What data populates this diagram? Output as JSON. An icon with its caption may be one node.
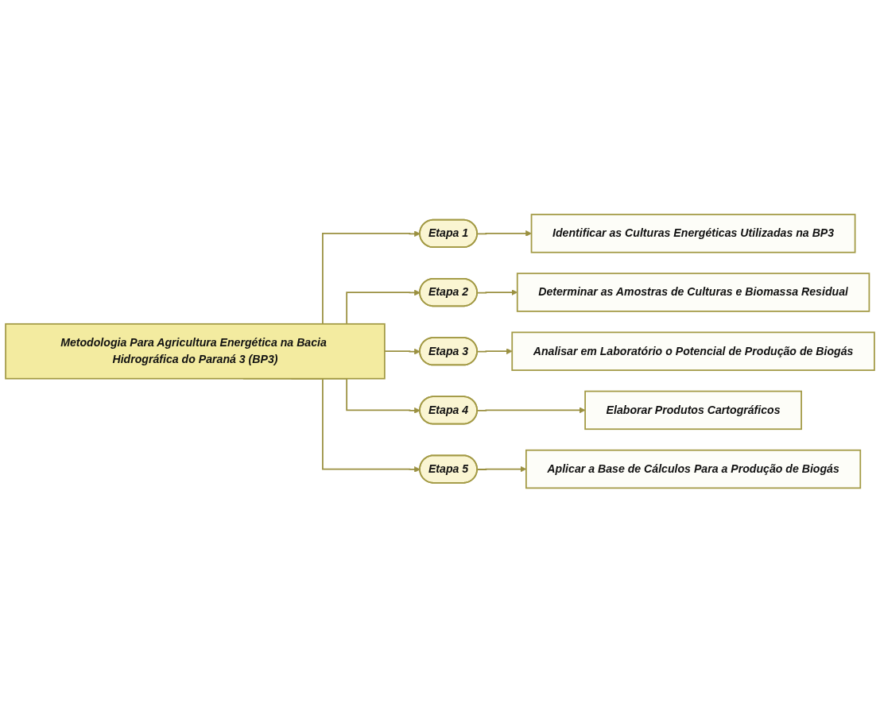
{
  "diagram": {
    "nodes": [
      {
        "text": [
          "Metodologia Para Agricultura Energética na Bacia Hidrográfica do Paraná 3 (BP3)"
        ]
      },
      {
        "text": [
          "Etapa 1"
        ]
      },
      {
        "text": [
          "Identificar as Culturas Energéticas Utilizadas na BP3"
        ]
      },
      {
        "text": [
          "Etapa 2"
        ]
      },
      {
        "text": [
          "Determinar as Amostras de Culturas e Biomassa Residual"
        ]
      },
      {
        "text": [
          "Etapa 3"
        ]
      },
      {
        "text": [
          "Analisar em Laboratório o Potencial de Produção de Biogás"
        ]
      },
      {
        "text": [
          "Etapa 4"
        ]
      },
      {
        "text": [
          "Elaborar Produtos Cartográficos"
        ]
      },
      {
        "text": [
          "Etapa 5"
        ]
      },
      {
        "text": [
          "Aplicar a Base de Cálculos Para a Produção de Biogás"
        ]
      }
    ],
    "edges": [
      {
        "from": 0,
        "to": 1,
        "arrow": "to"
      },
      {
        "from": 1,
        "to": 2,
        "arrow": "to"
      },
      {
        "from": 0,
        "to": 3,
        "arrow": "to"
      },
      {
        "from": 3,
        "to": 4,
        "arrow": "to"
      },
      {
        "from": 0,
        "to": 5,
        "arrow": "to"
      },
      {
        "from": 5,
        "to": 6,
        "arrow": "to"
      },
      {
        "from": 0,
        "to": 7,
        "arrow": "to"
      },
      {
        "from": 7,
        "to": 8,
        "arrow": "to"
      },
      {
        "from": 0,
        "to": 9,
        "arrow": "to"
      },
      {
        "from": 9,
        "to": 10,
        "arrow": "to"
      }
    ]
  }
}
